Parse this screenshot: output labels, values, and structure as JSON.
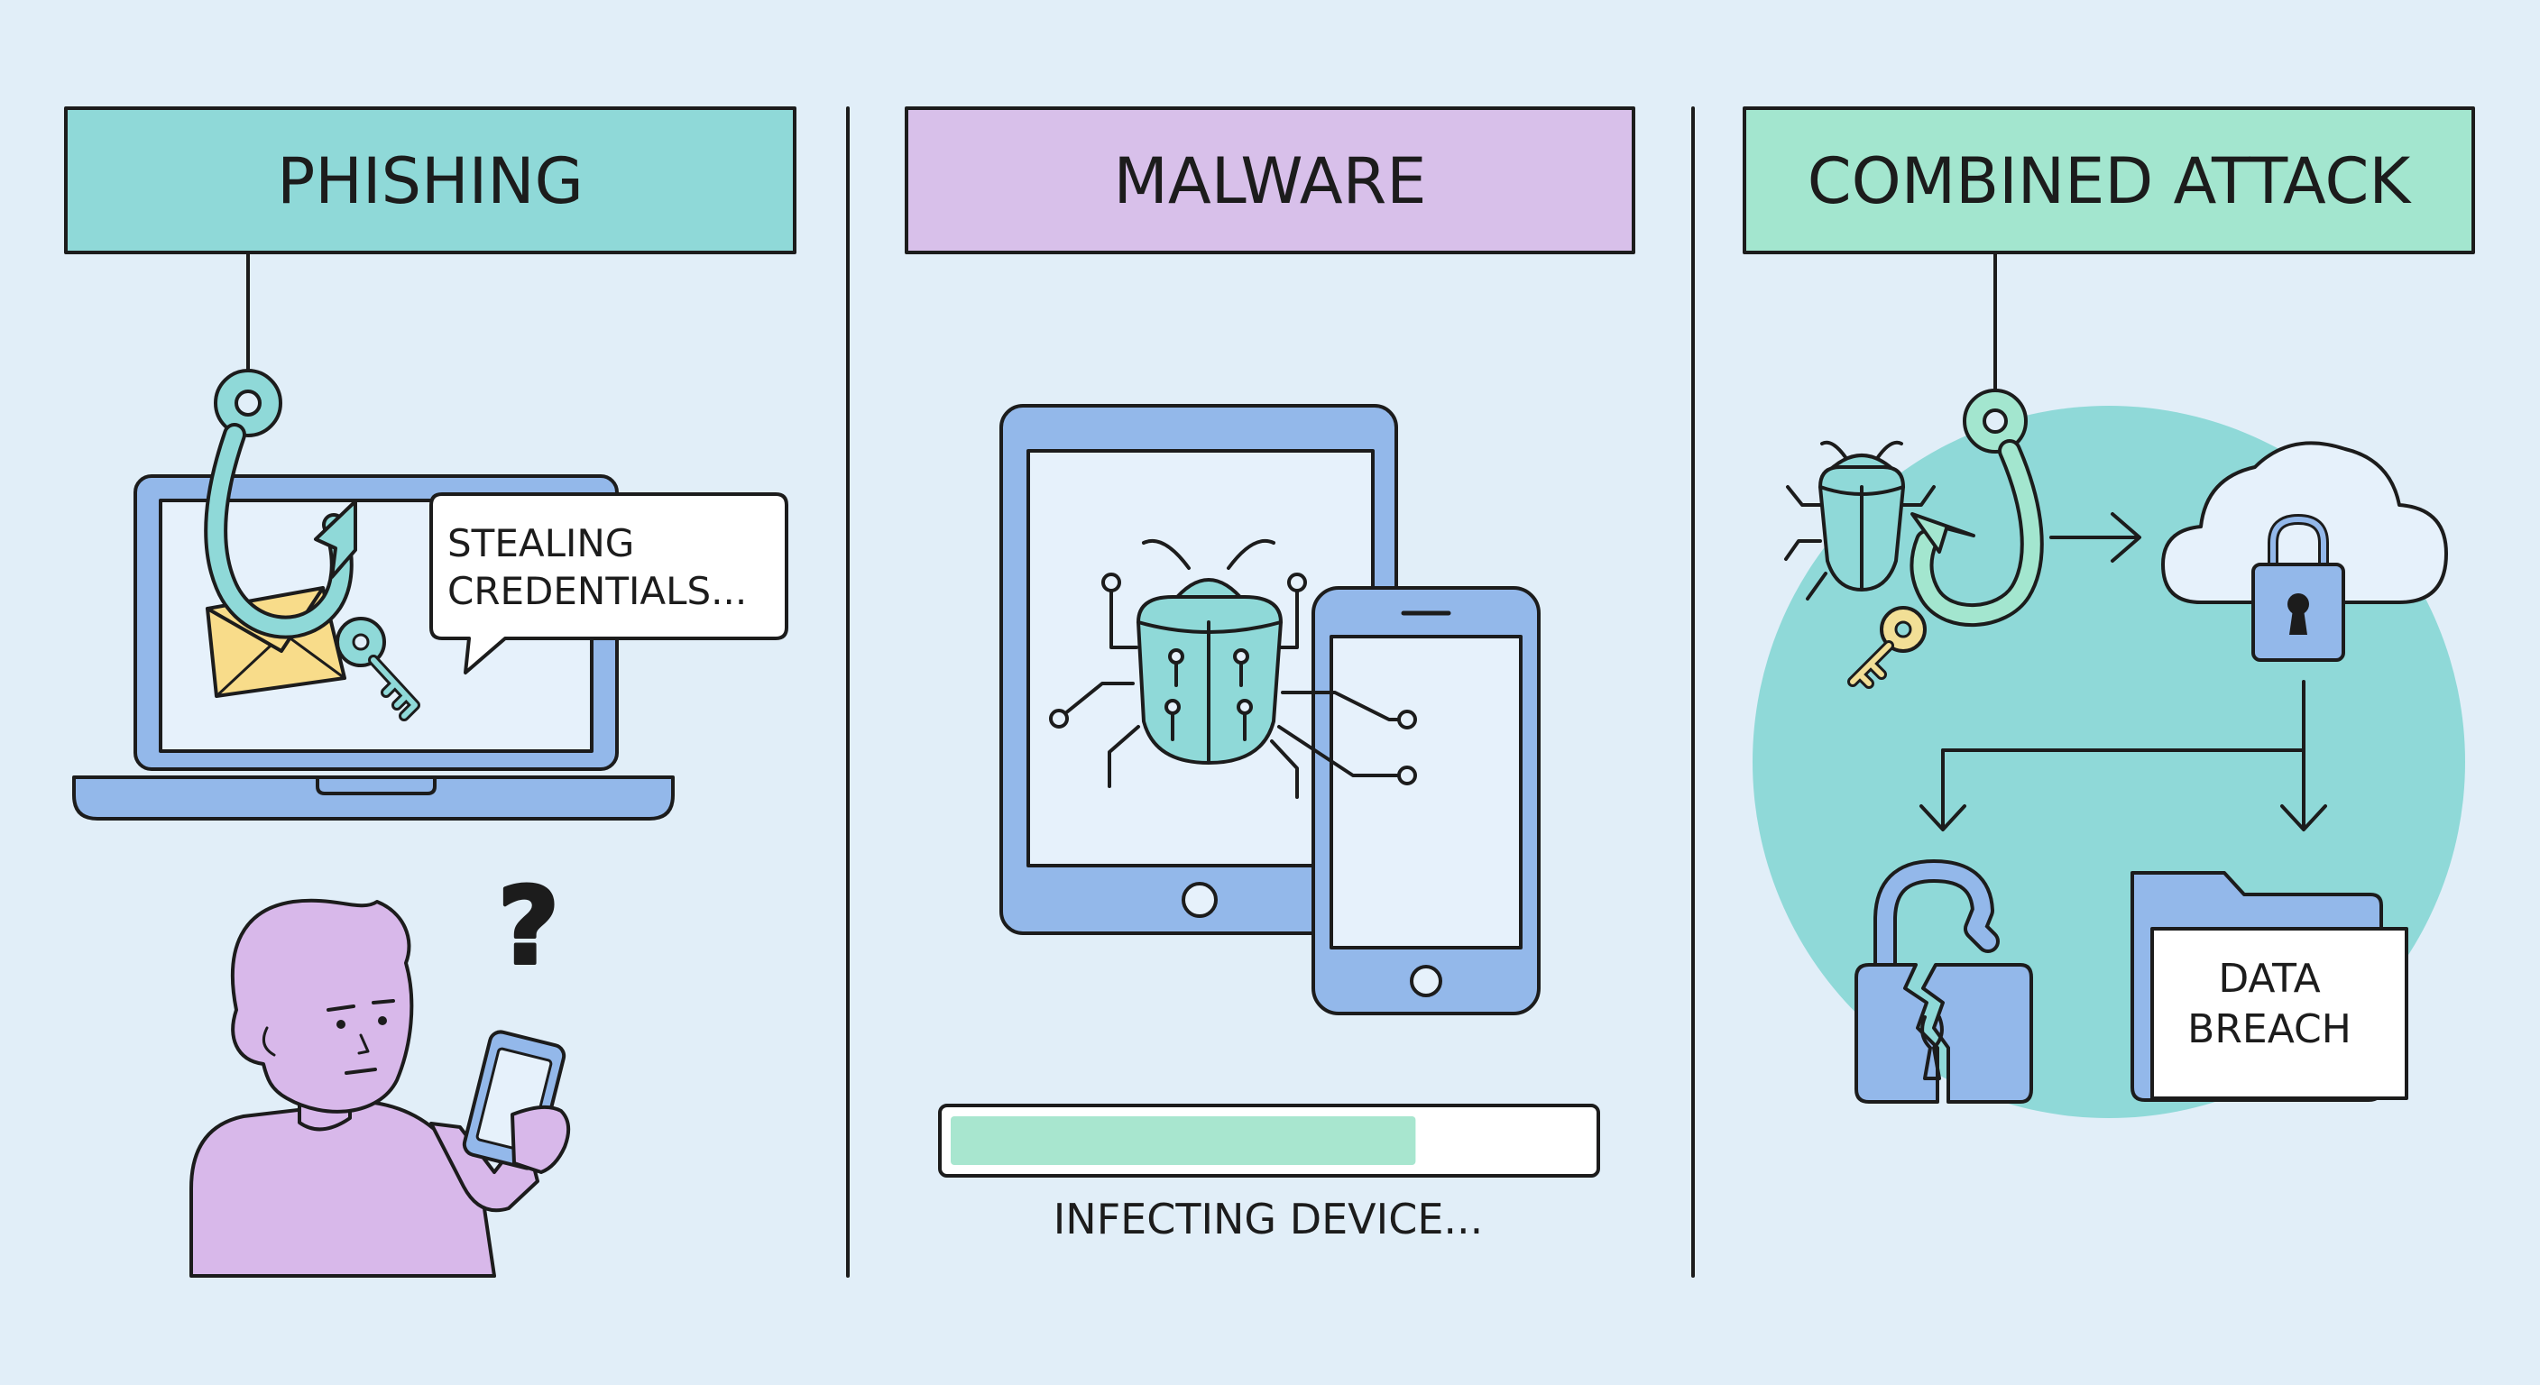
{
  "panels": [
    {
      "title": "PHISHING",
      "color": "#8fd9d8"
    },
    {
      "title": "MALWARE",
      "color": "#d8c0ea"
    },
    {
      "title": "COMBINED ATTACK",
      "color": "#a3e6cf"
    }
  ],
  "phishing": {
    "bubble_line1": "STEALING",
    "bubble_line2": "CREDENTIALS...",
    "question_mark": "?"
  },
  "malware": {
    "progress_label": "INFECTING DEVICE...",
    "progress_fraction": 0.73
  },
  "combined": {
    "folder_line1": "DATA",
    "folder_line2": "BREACH"
  },
  "colors": {
    "background": "#e1eef8",
    "stroke": "#1c1c1c",
    "device_blue": "#93b8ea",
    "teal": "#8fd9d8",
    "purple": "#d8b8ea",
    "envelope_yellow": "#f8dc8a",
    "key_yellow": "#f2df96",
    "progress_green": "#a8e6cf"
  }
}
